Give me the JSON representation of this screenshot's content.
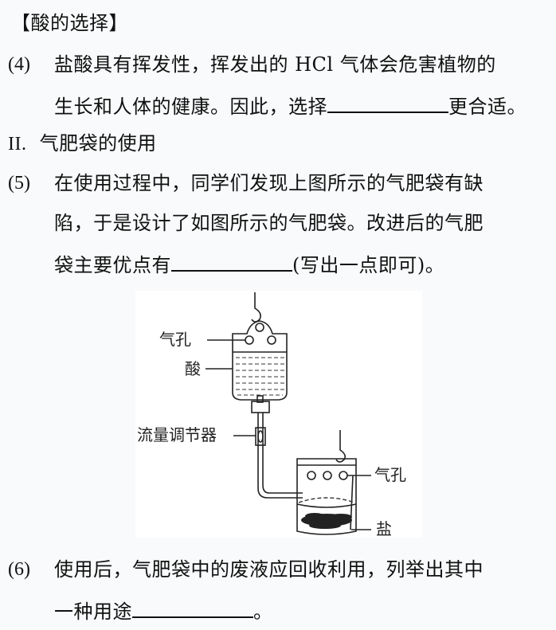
{
  "section_heading": "【酸的选择】",
  "q4": {
    "number": "(4)",
    "line1": "盐酸具有挥发性，挥发出的 HCl 气体会危害植物的",
    "line2_before": "生长和人体的健康。因此，选择",
    "line2_after": "更合适。"
  },
  "part2_heading": {
    "roman": "II.",
    "title": "气肥袋的使用"
  },
  "q5": {
    "number": "(5)",
    "line1": "在使用过程中，同学们发现上图所示的气肥袋有缺",
    "line2": "陷，于是设计了如图所示的气肥袋。改进后的气肥",
    "line3_before": "袋主要优点有",
    "line3_after": "(写出一点即可)。"
  },
  "figure": {
    "labels": {
      "air_hole_top": "气孔",
      "acid": "酸",
      "flow_regulator": "流量调节器",
      "air_hole_bottom": "气孔",
      "salt": "盐"
    }
  },
  "q6": {
    "number": "(6)",
    "line1": "使用后，气肥袋中的废液应回收利用，列举出其中",
    "line2_before": "一种用途",
    "line2_after": "。"
  }
}
